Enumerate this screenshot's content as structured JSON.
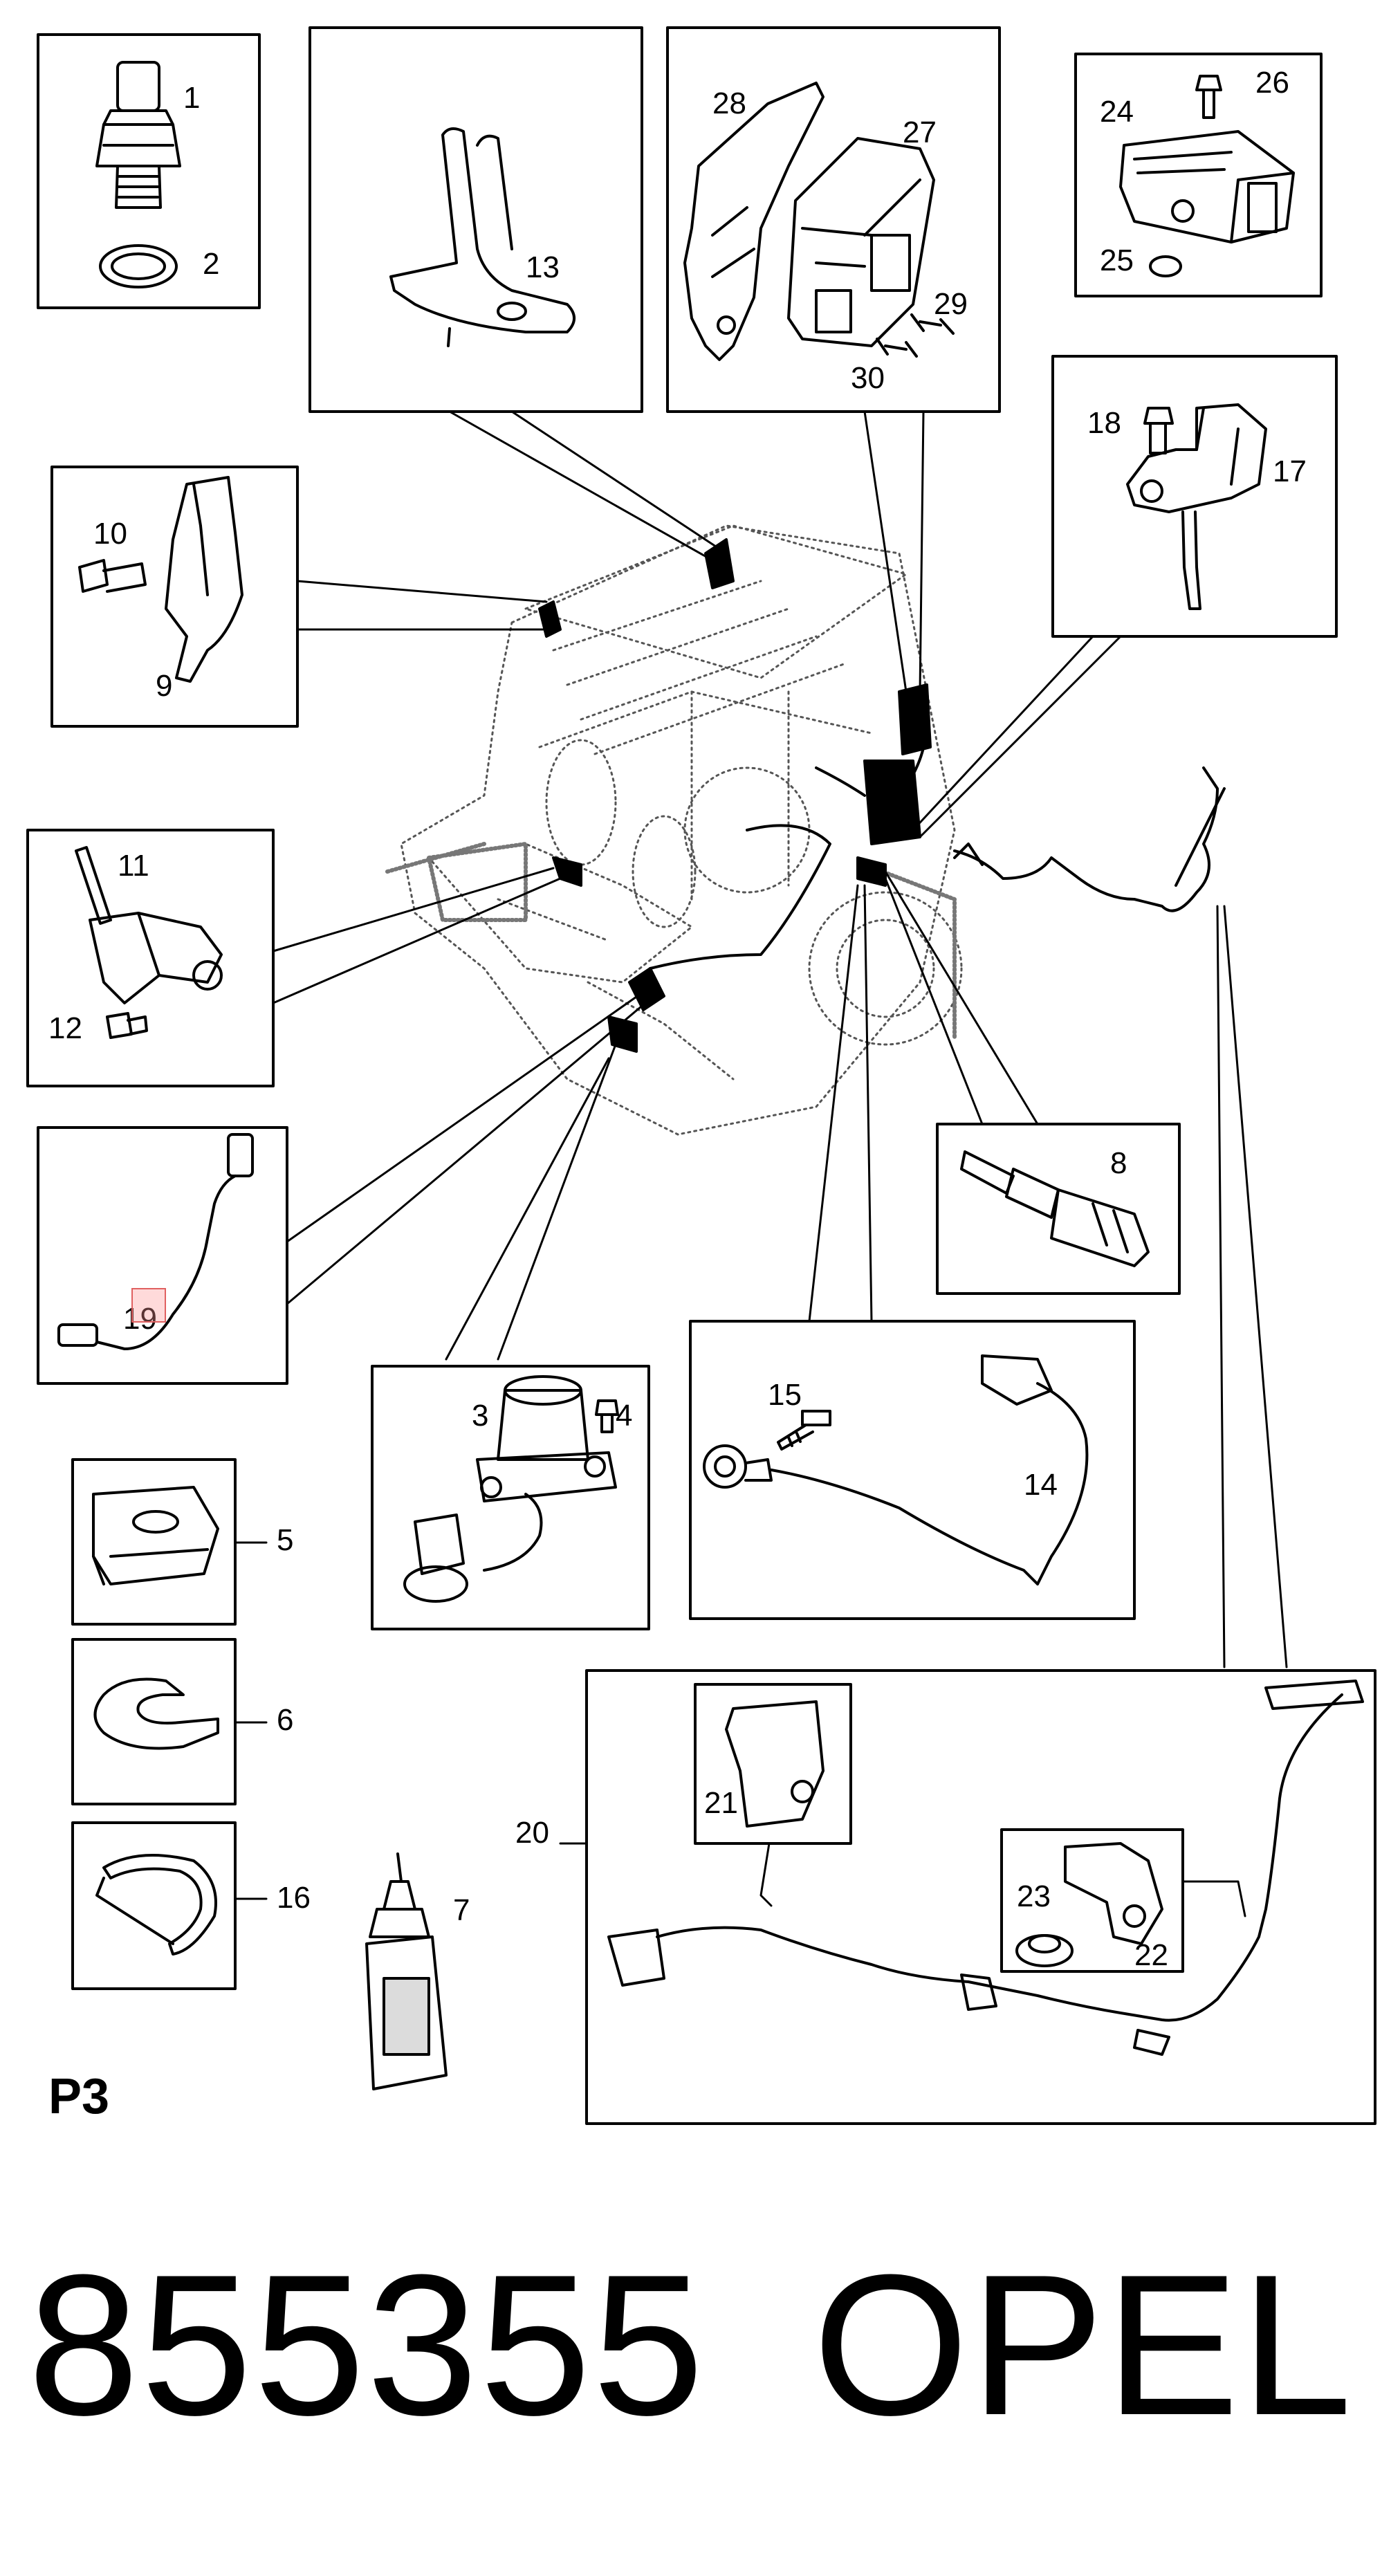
{
  "diagram": {
    "page_code": "P3",
    "part_number": "855355",
    "brand": "OPEL",
    "callouts": [
      "1",
      "2",
      "3",
      "4",
      "5",
      "6",
      "7",
      "8",
      "9",
      "10",
      "11",
      "12",
      "13",
      "14",
      "15",
      "16",
      "17",
      "18",
      "19",
      "20",
      "21",
      "22",
      "23",
      "24",
      "25",
      "26",
      "27",
      "28",
      "29",
      "30"
    ]
  }
}
